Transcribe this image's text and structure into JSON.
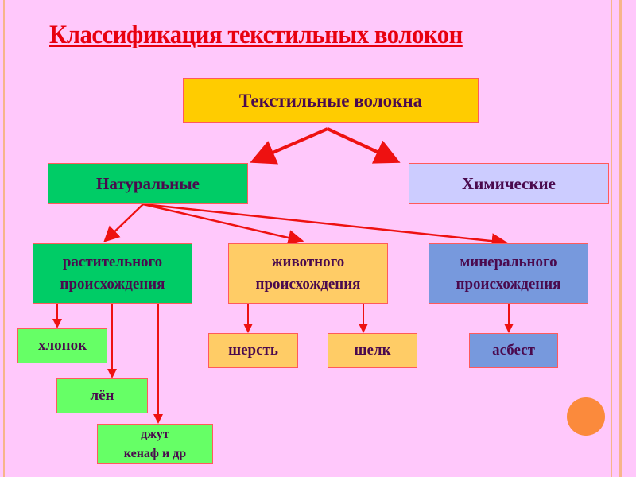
{
  "title": "Классификация текстильных волокон",
  "root": "Текстильные волокна",
  "level1": {
    "natural": "Натуральные",
    "chemical": "Химические"
  },
  "level2": {
    "plant": [
      "растительного",
      "происхождения"
    ],
    "animal": [
      "животного",
      "происхождения"
    ],
    "mineral": [
      "минерального",
      "происхождения"
    ]
  },
  "leaves": {
    "cotton": "хлопок",
    "flax": "лён",
    "jute": [
      "джут",
      "кенаф и др"
    ],
    "wool": "шерсть",
    "silk": "шелк",
    "asbestos": "асбест"
  },
  "colors": {
    "background": "#ffc8fb",
    "arrow": "#ee1111",
    "text": "#4a0a4e",
    "root": "#ffcc00",
    "natural": "#00cc66",
    "chemical": "#ccccff",
    "animal": "#ffcc66",
    "mineral": "#7799dd",
    "leaf_green": "#66ff66"
  }
}
